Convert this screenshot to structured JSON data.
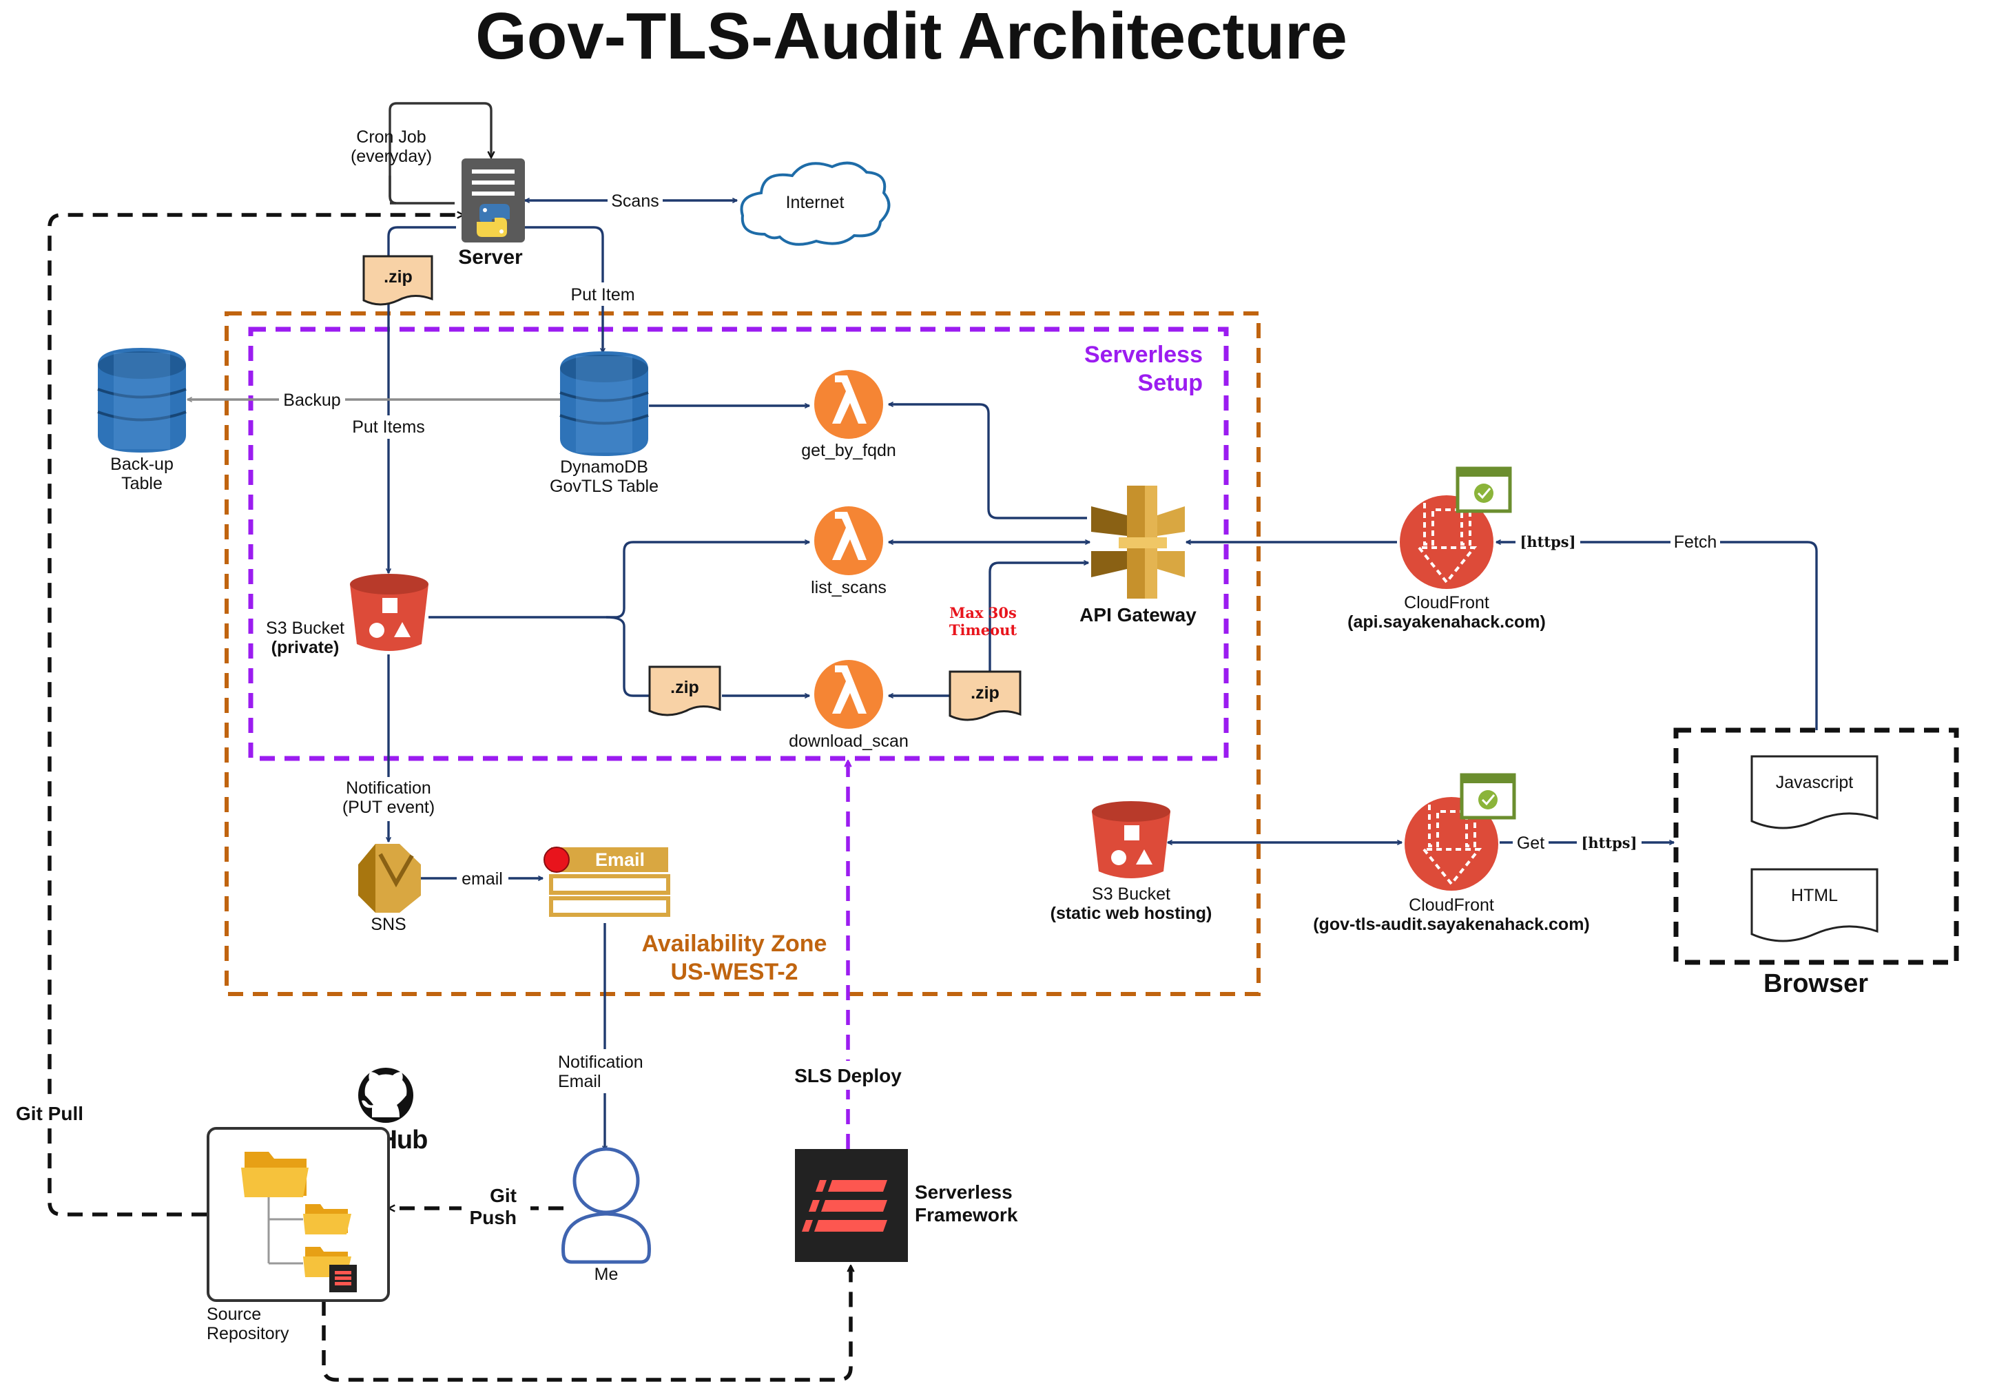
{
  "title": "Gov-TLS-Audit Architecture",
  "colors": {
    "flow_line": "#1f3a6e",
    "backup_line": "#8c8c8c",
    "availability_zone": "#c0640f",
    "serverless_setup": "#9b1cf0",
    "lambda": "#f58534",
    "s3": "#dd4b39",
    "dynamodb": "#2e73b8",
    "api_gateway": "#d9a741",
    "timeout_note": "#e8141c"
  },
  "zones": {
    "availability": {
      "line1": "Availability Zone",
      "line2": "US-WEST-2"
    },
    "serverless": {
      "line1": "Serverless",
      "line2": "Setup"
    }
  },
  "nodes": {
    "server": {
      "label": "Server",
      "icon": "python-server-icon"
    },
    "internet": {
      "label": "Internet",
      "icon": "cloud-icon"
    },
    "zip_server": {
      "label": ".zip",
      "icon": "document-icon"
    },
    "zip_scan_in": {
      "label": ".zip",
      "icon": "document-icon"
    },
    "zip_scan_out": {
      "label": ".zip",
      "icon": "document-icon"
    },
    "backup_table": {
      "line1": "Back-up",
      "line2": "Table",
      "icon": "dynamodb-icon"
    },
    "dynamodb": {
      "line1": "DynamoDB",
      "line2": "GovTLS Table",
      "icon": "dynamodb-icon"
    },
    "lambda_fqdn": {
      "label": "get_by_fqdn",
      "icon": "lambda-icon"
    },
    "lambda_list": {
      "label": "list_scans",
      "icon": "lambda-icon"
    },
    "lambda_download": {
      "label": "download_scan",
      "icon": "lambda-icon"
    },
    "api_gateway": {
      "label": "API Gateway",
      "icon": "api-gateway-icon"
    },
    "s3_private": {
      "line1": "S3 Bucket",
      "line2": "(private)",
      "icon": "s3-bucket-icon"
    },
    "s3_static": {
      "line1": "S3 Bucket",
      "line2": "(static web hosting)",
      "icon": "s3-bucket-icon"
    },
    "sns": {
      "label": "SNS",
      "icon": "sns-icon"
    },
    "email": {
      "label": "Email",
      "icon": "email-icon"
    },
    "cloudfront_api": {
      "line1": "CloudFront",
      "line2": "(api.sayakenahack.com)",
      "icon": "cloudfront-icon"
    },
    "cloudfront_web": {
      "line1": "CloudFront",
      "line2": "(gov-tls-audit.sayakenahack.com)",
      "icon": "cloudfront-icon"
    },
    "browser": {
      "label": "Browser",
      "javascript": "Javascript",
      "html": "HTML"
    },
    "me": {
      "label": "Me",
      "icon": "user-icon"
    },
    "github": {
      "label": "GitHub",
      "icon": "github-icon"
    },
    "source_repo": {
      "line1": "Source",
      "line2": "Repository",
      "icon": "folder-tree-icon"
    },
    "serverless_framework": {
      "line1": "Serverless",
      "line2": "Framework",
      "icon": "serverless-logo-icon"
    }
  },
  "edges": {
    "cron": {
      "line1": "Cron Job",
      "line2": "(everyday)"
    },
    "scans": "Scans",
    "put_item": "Put Item",
    "put_items": "Put Items",
    "backup": "Backup",
    "timeout": {
      "line1": "Max 30s",
      "line2": "Timeout"
    },
    "https_api": "[https]",
    "fetch": "Fetch",
    "https_web": "[https]",
    "get": "Get",
    "notification_put": {
      "line1": "Notification",
      "line2": "(PUT event)"
    },
    "email": "email",
    "notification_email": {
      "line1": "Notification",
      "line2": "Email"
    },
    "git_push": {
      "line1": "Git",
      "line2": "Push"
    },
    "git_pull": "Git Pull",
    "sls_deploy": "SLS Deploy"
  }
}
